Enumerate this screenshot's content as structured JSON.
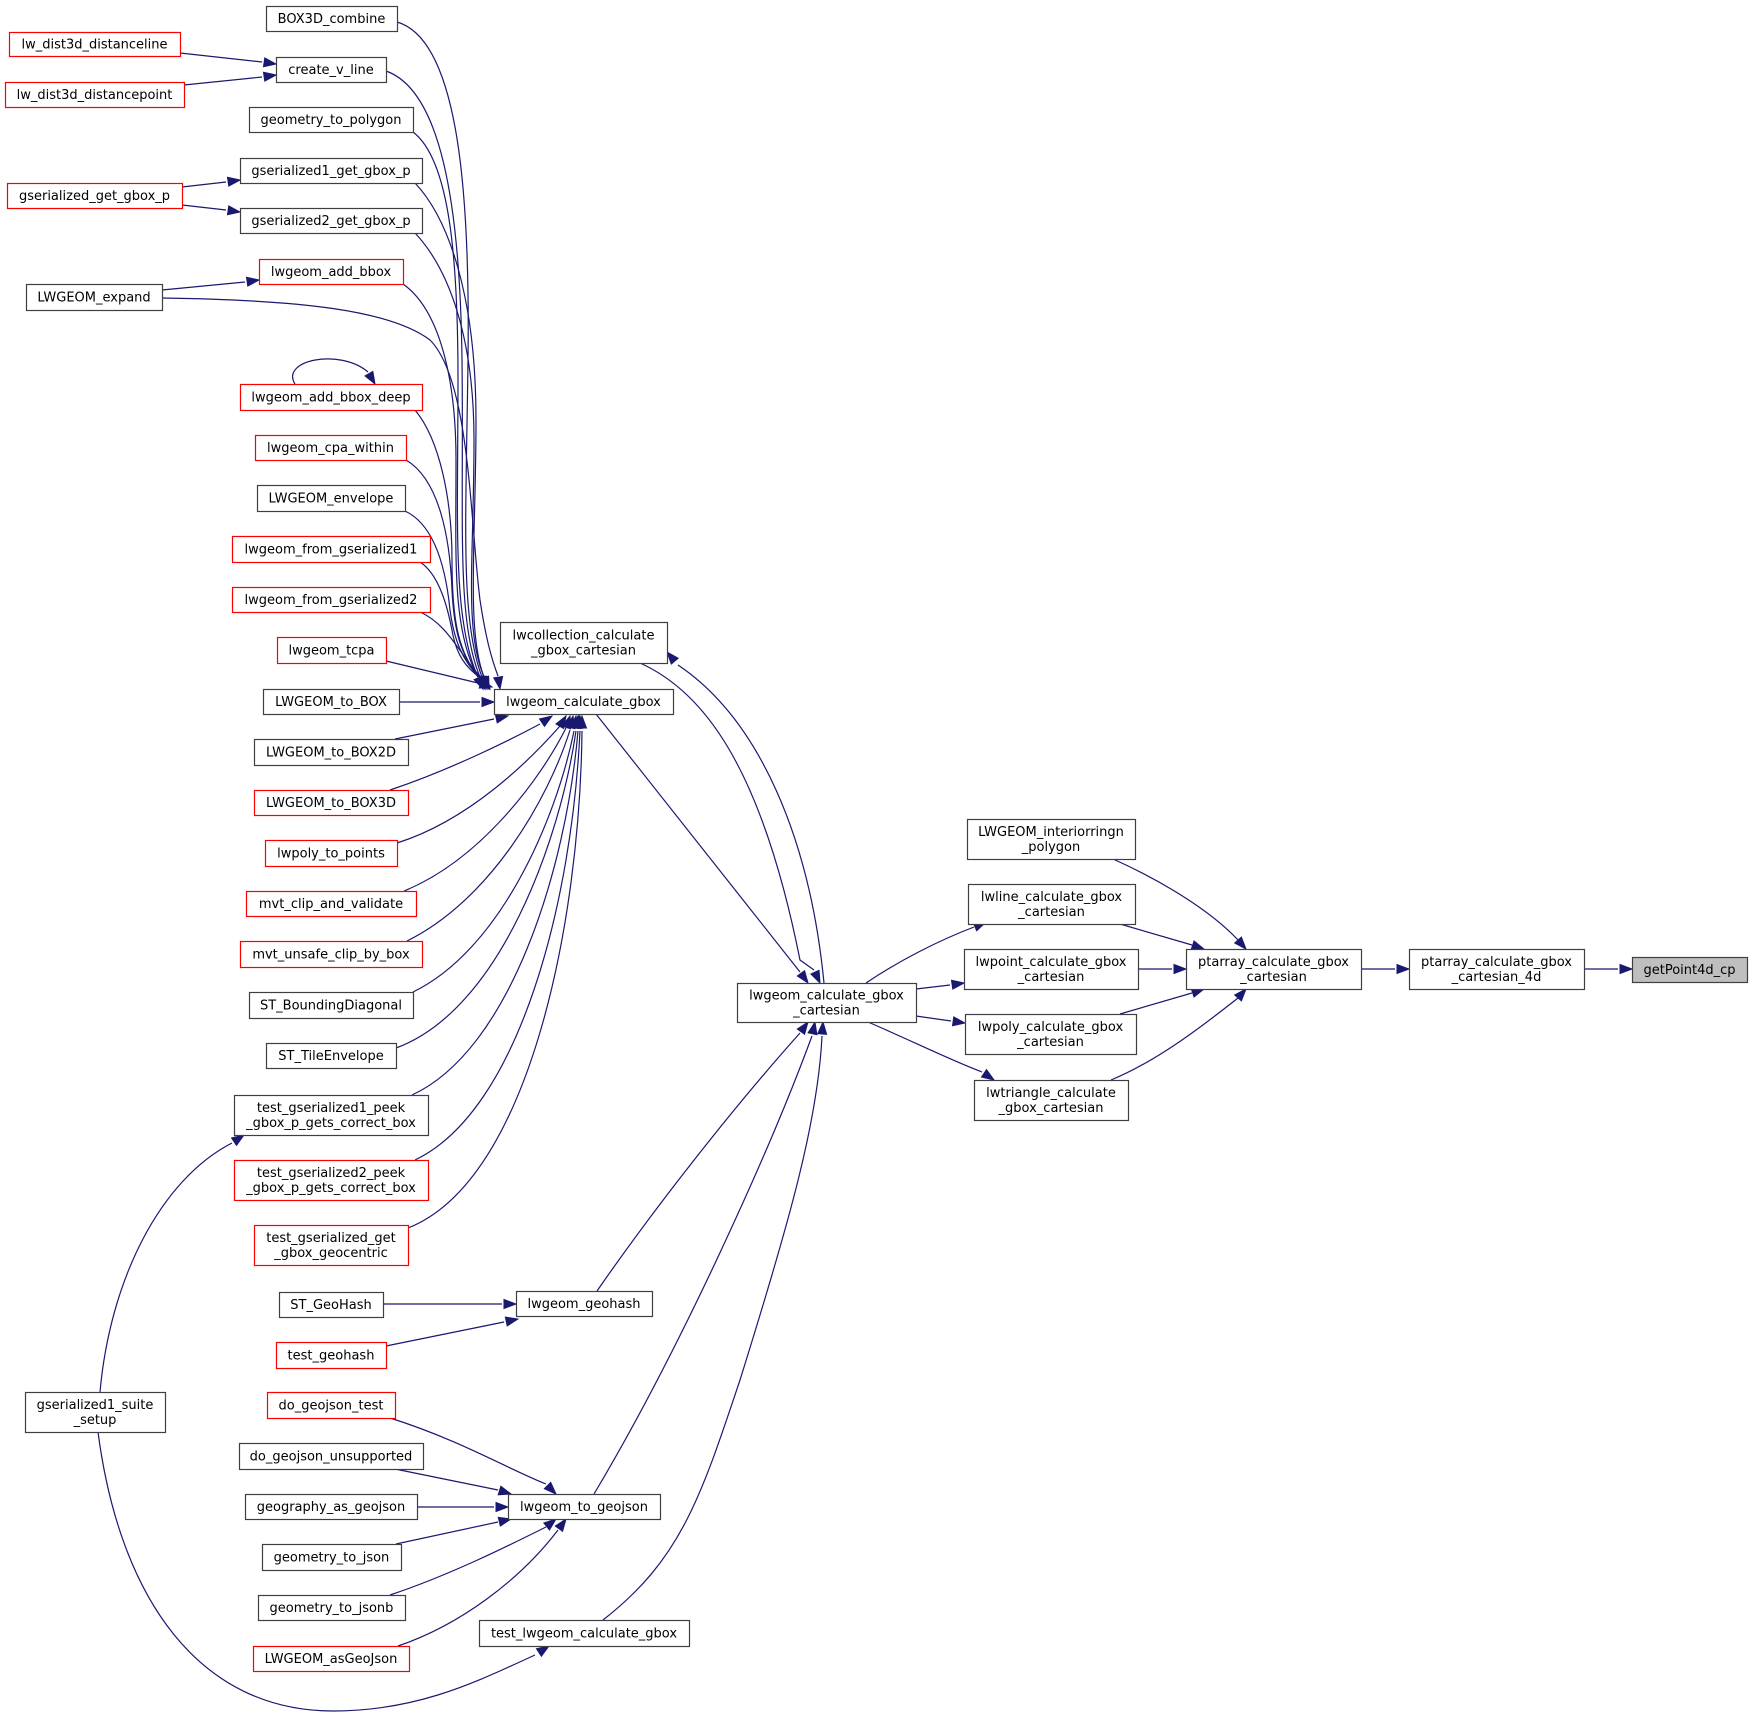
{
  "title": "getPoint4d_cp caller graph",
  "colors": {
    "edge": "#191970",
    "node_border_normal": "#3f3f3f",
    "node_border_truncated": "#ff0000",
    "focus_fill": "#bfbfbf"
  },
  "nodes": [
    {
      "id": "BOX3D_combine",
      "lines": [
        "BOX3D_combine"
      ],
      "style": "normal"
    },
    {
      "id": "lw_dist3d_distanceline",
      "lines": [
        "lw_dist3d_distanceline"
      ],
      "style": "red"
    },
    {
      "id": "create_v_line",
      "lines": [
        "create_v_line"
      ],
      "style": "normal"
    },
    {
      "id": "lw_dist3d_distancepoint",
      "lines": [
        "lw_dist3d_distancepoint"
      ],
      "style": "red"
    },
    {
      "id": "geometry_to_polygon",
      "lines": [
        "geometry_to_polygon"
      ],
      "style": "normal"
    },
    {
      "id": "gserialized1_get_gbox_p",
      "lines": [
        "gserialized1_get_gbox_p"
      ],
      "style": "normal"
    },
    {
      "id": "gserialized_get_gbox_p",
      "lines": [
        "gserialized_get_gbox_p"
      ],
      "style": "red"
    },
    {
      "id": "gserialized2_get_gbox_p",
      "lines": [
        "gserialized2_get_gbox_p"
      ],
      "style": "normal"
    },
    {
      "id": "lwgeom_add_bbox",
      "lines": [
        "lwgeom_add_bbox"
      ],
      "style": "red"
    },
    {
      "id": "LWGEOM_expand",
      "lines": [
        "LWGEOM_expand"
      ],
      "style": "normal"
    },
    {
      "id": "lwgeom_add_bbox_deep",
      "lines": [
        "lwgeom_add_bbox_deep"
      ],
      "style": "red"
    },
    {
      "id": "lwgeom_cpa_within",
      "lines": [
        "lwgeom_cpa_within"
      ],
      "style": "red"
    },
    {
      "id": "LWGEOM_envelope",
      "lines": [
        "LWGEOM_envelope"
      ],
      "style": "normal"
    },
    {
      "id": "lwgeom_from_gserialized1",
      "lines": [
        "lwgeom_from_gserialized1"
      ],
      "style": "red"
    },
    {
      "id": "lwgeom_from_gserialized2",
      "lines": [
        "lwgeom_from_gserialized2"
      ],
      "style": "red"
    },
    {
      "id": "lwgeom_tcpa",
      "lines": [
        "lwgeom_tcpa"
      ],
      "style": "red"
    },
    {
      "id": "LWGEOM_to_BOX",
      "lines": [
        "LWGEOM_to_BOX"
      ],
      "style": "normal"
    },
    {
      "id": "LWGEOM_to_BOX2D",
      "lines": [
        "LWGEOM_to_BOX2D"
      ],
      "style": "normal"
    },
    {
      "id": "LWGEOM_to_BOX3D",
      "lines": [
        "LWGEOM_to_BOX3D"
      ],
      "style": "red"
    },
    {
      "id": "lwpoly_to_points",
      "lines": [
        "lwpoly_to_points"
      ],
      "style": "red"
    },
    {
      "id": "mvt_clip_and_validate",
      "lines": [
        "mvt_clip_and_validate"
      ],
      "style": "red"
    },
    {
      "id": "mvt_unsafe_clip_by_box",
      "lines": [
        "mvt_unsafe_clip_by_box"
      ],
      "style": "red"
    },
    {
      "id": "ST_BoundingDiagonal",
      "lines": [
        "ST_BoundingDiagonal"
      ],
      "style": "normal"
    },
    {
      "id": "ST_TileEnvelope",
      "lines": [
        "ST_TileEnvelope"
      ],
      "style": "normal"
    },
    {
      "id": "test_gserialized1_peek_gbox_p_gets_correct_box",
      "lines": [
        "test_gserialized1_peek",
        "_gbox_p_gets_correct_box"
      ],
      "style": "normal"
    },
    {
      "id": "test_gserialized2_peek_gbox_p_gets_correct_box",
      "lines": [
        "test_gserialized2_peek",
        "_gbox_p_gets_correct_box"
      ],
      "style": "red"
    },
    {
      "id": "test_gserialized_get_gbox_geocentric",
      "lines": [
        "test_gserialized_get",
        "_gbox_geocentric"
      ],
      "style": "red"
    },
    {
      "id": "ST_GeoHash",
      "lines": [
        "ST_GeoHash"
      ],
      "style": "normal"
    },
    {
      "id": "test_geohash",
      "lines": [
        "test_geohash"
      ],
      "style": "red"
    },
    {
      "id": "gserialized1_suite_setup",
      "lines": [
        "gserialized1_suite",
        "_setup"
      ],
      "style": "normal"
    },
    {
      "id": "do_geojson_test",
      "lines": [
        "do_geojson_test"
      ],
      "style": "red"
    },
    {
      "id": "do_geojson_unsupported",
      "lines": [
        "do_geojson_unsupported"
      ],
      "style": "normal"
    },
    {
      "id": "geography_as_geojson",
      "lines": [
        "geography_as_geojson"
      ],
      "style": "normal"
    },
    {
      "id": "geometry_to_json",
      "lines": [
        "geometry_to_json"
      ],
      "style": "normal"
    },
    {
      "id": "geometry_to_jsonb",
      "lines": [
        "geometry_to_jsonb"
      ],
      "style": "normal"
    },
    {
      "id": "LWGEOM_asGeoJson",
      "lines": [
        "LWGEOM_asGeoJson"
      ],
      "style": "red"
    },
    {
      "id": "lwcollection_calculate_gbox_cartesian",
      "lines": [
        "lwcollection_calculate",
        "_gbox_cartesian"
      ],
      "style": "normal"
    },
    {
      "id": "lwgeom_calculate_gbox",
      "lines": [
        "lwgeom_calculate_gbox"
      ],
      "style": "normal"
    },
    {
      "id": "lwgeom_geohash",
      "lines": [
        "lwgeom_geohash"
      ],
      "style": "normal"
    },
    {
      "id": "lwgeom_to_geojson",
      "lines": [
        "lwgeom_to_geojson"
      ],
      "style": "normal"
    },
    {
      "id": "test_lwgeom_calculate_gbox",
      "lines": [
        "test_lwgeom_calculate_gbox"
      ],
      "style": "normal"
    },
    {
      "id": "lwgeom_calculate_gbox_cartesian",
      "lines": [
        "lwgeom_calculate_gbox",
        "_cartesian"
      ],
      "style": "normal"
    },
    {
      "id": "LWGEOM_interiorringn_polygon",
      "lines": [
        "LWGEOM_interiorringn",
        "_polygon"
      ],
      "style": "normal"
    },
    {
      "id": "lwline_calculate_gbox_cartesian",
      "lines": [
        "lwline_calculate_gbox",
        "_cartesian"
      ],
      "style": "normal"
    },
    {
      "id": "lwpoint_calculate_gbox_cartesian",
      "lines": [
        "lwpoint_calculate_gbox",
        "_cartesian"
      ],
      "style": "normal"
    },
    {
      "id": "lwpoly_calculate_gbox_cartesian",
      "lines": [
        "lwpoly_calculate_gbox",
        "_cartesian"
      ],
      "style": "normal"
    },
    {
      "id": "lwtriangle_calculate_gbox_cartesian",
      "lines": [
        "lwtriangle_calculate",
        "_gbox_cartesian"
      ],
      "style": "normal"
    },
    {
      "id": "ptarray_calculate_gbox_cartesian",
      "lines": [
        "ptarray_calculate_gbox",
        "_cartesian"
      ],
      "style": "normal"
    },
    {
      "id": "ptarray_calculate_gbox_cartesian_4d",
      "lines": [
        "ptarray_calculate_gbox",
        "_cartesian_4d"
      ],
      "style": "normal"
    },
    {
      "id": "getPoint4d_cp",
      "lines": [
        "getPoint4d_cp"
      ],
      "style": "focus"
    }
  ],
  "edges": [
    {
      "from": "lw_dist3d_distanceline",
      "to": "create_v_line"
    },
    {
      "from": "lw_dist3d_distancepoint",
      "to": "create_v_line"
    },
    {
      "from": "gserialized_get_gbox_p",
      "to": "gserialized1_get_gbox_p"
    },
    {
      "from": "gserialized_get_gbox_p",
      "to": "gserialized2_get_gbox_p"
    },
    {
      "from": "LWGEOM_expand",
      "to": "lwgeom_add_bbox"
    },
    {
      "from": "LWGEOM_expand",
      "to": "lwgeom_calculate_gbox"
    },
    {
      "from": "lwgeom_add_bbox_deep",
      "to": "lwgeom_add_bbox_deep"
    },
    {
      "from": "BOX3D_combine",
      "to": "lwgeom_calculate_gbox"
    },
    {
      "from": "create_v_line",
      "to": "lwgeom_calculate_gbox"
    },
    {
      "from": "geometry_to_polygon",
      "to": "lwgeom_calculate_gbox"
    },
    {
      "from": "gserialized1_get_gbox_p",
      "to": "lwgeom_calculate_gbox"
    },
    {
      "from": "gserialized2_get_gbox_p",
      "to": "lwgeom_calculate_gbox"
    },
    {
      "from": "lwgeom_add_bbox",
      "to": "lwgeom_calculate_gbox"
    },
    {
      "from": "lwgeom_add_bbox_deep",
      "to": "lwgeom_calculate_gbox"
    },
    {
      "from": "lwgeom_cpa_within",
      "to": "lwgeom_calculate_gbox"
    },
    {
      "from": "LWGEOM_envelope",
      "to": "lwgeom_calculate_gbox"
    },
    {
      "from": "lwgeom_from_gserialized1",
      "to": "lwgeom_calculate_gbox"
    },
    {
      "from": "lwgeom_from_gserialized2",
      "to": "lwgeom_calculate_gbox"
    },
    {
      "from": "lwgeom_tcpa",
      "to": "lwgeom_calculate_gbox"
    },
    {
      "from": "LWGEOM_to_BOX",
      "to": "lwgeom_calculate_gbox"
    },
    {
      "from": "LWGEOM_to_BOX2D",
      "to": "lwgeom_calculate_gbox"
    },
    {
      "from": "LWGEOM_to_BOX3D",
      "to": "lwgeom_calculate_gbox"
    },
    {
      "from": "lwpoly_to_points",
      "to": "lwgeom_calculate_gbox"
    },
    {
      "from": "mvt_clip_and_validate",
      "to": "lwgeom_calculate_gbox"
    },
    {
      "from": "mvt_unsafe_clip_by_box",
      "to": "lwgeom_calculate_gbox"
    },
    {
      "from": "ST_BoundingDiagonal",
      "to": "lwgeom_calculate_gbox"
    },
    {
      "from": "ST_TileEnvelope",
      "to": "lwgeom_calculate_gbox"
    },
    {
      "from": "test_gserialized1_peek_gbox_p_gets_correct_box",
      "to": "lwgeom_calculate_gbox"
    },
    {
      "from": "test_gserialized2_peek_gbox_p_gets_correct_box",
      "to": "lwgeom_calculate_gbox"
    },
    {
      "from": "test_gserialized_get_gbox_geocentric",
      "to": "lwgeom_calculate_gbox"
    },
    {
      "from": "gserialized1_suite_setup",
      "to": "test_gserialized1_peek_gbox_p_gets_correct_box"
    },
    {
      "from": "gserialized1_suite_setup",
      "to": "test_lwgeom_calculate_gbox"
    },
    {
      "from": "ST_GeoHash",
      "to": "lwgeom_geohash"
    },
    {
      "from": "test_geohash",
      "to": "lwgeom_geohash"
    },
    {
      "from": "do_geojson_test",
      "to": "lwgeom_to_geojson"
    },
    {
      "from": "do_geojson_unsupported",
      "to": "lwgeom_to_geojson"
    },
    {
      "from": "geography_as_geojson",
      "to": "lwgeom_to_geojson"
    },
    {
      "from": "geometry_to_json",
      "to": "lwgeom_to_geojson"
    },
    {
      "from": "geometry_to_jsonb",
      "to": "lwgeom_to_geojson"
    },
    {
      "from": "LWGEOM_asGeoJson",
      "to": "lwgeom_to_geojson"
    },
    {
      "from": "lwgeom_calculate_gbox",
      "to": "lwgeom_calculate_gbox_cartesian"
    },
    {
      "from": "lwcollection_calculate_gbox_cartesian",
      "to": "lwgeom_calculate_gbox_cartesian"
    },
    {
      "from": "lwgeom_calculate_gbox_cartesian",
      "to": "lwcollection_calculate_gbox_cartesian"
    },
    {
      "from": "lwgeom_geohash",
      "to": "lwgeom_calculate_gbox_cartesian"
    },
    {
      "from": "lwgeom_to_geojson",
      "to": "lwgeom_calculate_gbox_cartesian"
    },
    {
      "from": "test_lwgeom_calculate_gbox",
      "to": "lwgeom_calculate_gbox_cartesian"
    },
    {
      "from": "lwgeom_calculate_gbox_cartesian",
      "to": "lwline_calculate_gbox_cartesian"
    },
    {
      "from": "lwgeom_calculate_gbox_cartesian",
      "to": "lwpoint_calculate_gbox_cartesian"
    },
    {
      "from": "lwgeom_calculate_gbox_cartesian",
      "to": "lwpoly_calculate_gbox_cartesian"
    },
    {
      "from": "lwgeom_calculate_gbox_cartesian",
      "to": "lwtriangle_calculate_gbox_cartesian"
    },
    {
      "from": "LWGEOM_interiorringn_polygon",
      "to": "ptarray_calculate_gbox_cartesian"
    },
    {
      "from": "lwline_calculate_gbox_cartesian",
      "to": "ptarray_calculate_gbox_cartesian"
    },
    {
      "from": "lwpoint_calculate_gbox_cartesian",
      "to": "ptarray_calculate_gbox_cartesian"
    },
    {
      "from": "lwpoly_calculate_gbox_cartesian",
      "to": "ptarray_calculate_gbox_cartesian"
    },
    {
      "from": "lwtriangle_calculate_gbox_cartesian",
      "to": "ptarray_calculate_gbox_cartesian"
    },
    {
      "from": "ptarray_calculate_gbox_cartesian",
      "to": "ptarray_calculate_gbox_cartesian_4d"
    },
    {
      "from": "ptarray_calculate_gbox_cartesian_4d",
      "to": "getPoint4d_cp"
    }
  ]
}
